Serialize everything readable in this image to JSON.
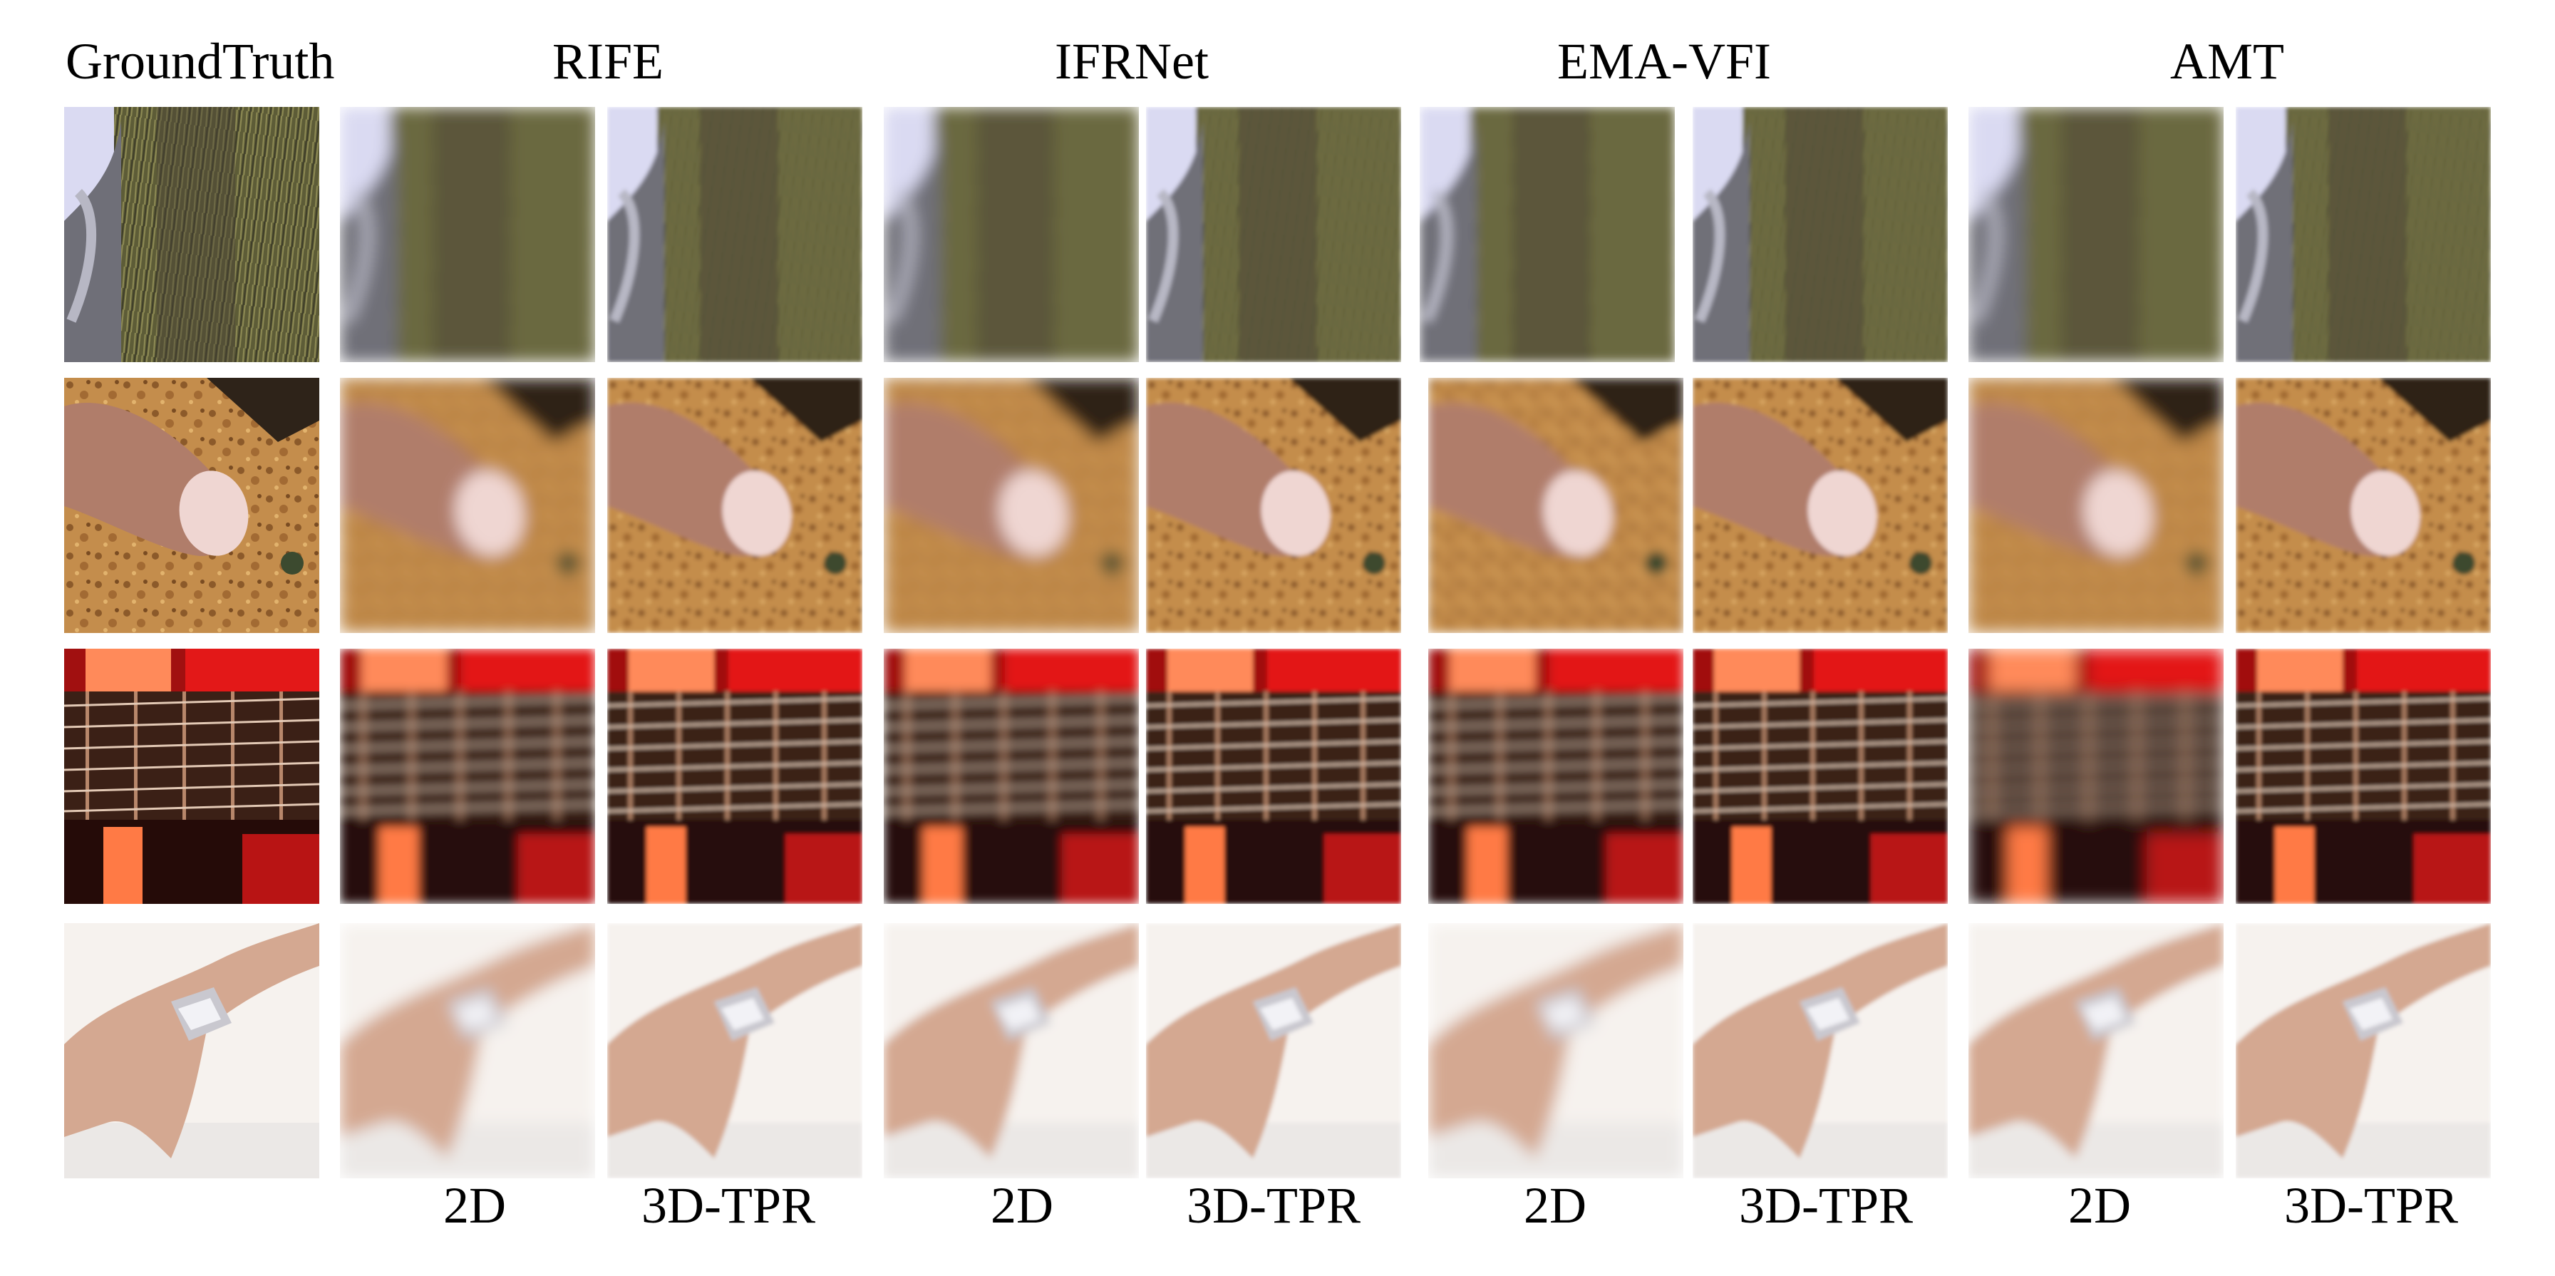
{
  "headers": {
    "ground_truth": "GroundTruth",
    "rife": "RIFE",
    "ifrnet": "IFRNet",
    "ema_vfi": "EMA-VFI",
    "amt": "AMT"
  },
  "footers": {
    "rife_2d": "2D",
    "rife_3d": "3D-TPR",
    "ifrnet_2d": "2D",
    "ifrnet_3d": "3D-TPR",
    "ema_2d": "2D",
    "ema_3d": "3D-TPR",
    "amt_2d": "2D",
    "amt_3d": "3D-TPR"
  },
  "rows": [
    "squirrel-fur",
    "finger-on-cork",
    "guitar-strings",
    "wrist-watch-hand"
  ],
  "columns": [
    "ground-truth",
    "rife-2d",
    "rife-3d-tpr",
    "ifrnet-2d",
    "ifrnet-3d-tpr",
    "ema-vfi-2d",
    "ema-vfi-3d-tpr",
    "amt-2d",
    "amt-3d-tpr"
  ],
  "colors": {
    "squirrel_fur": "#6b6a3c",
    "squirrel_bg": "#dcdcf4",
    "cork": "#c08a4a",
    "skin": "#b57e6a",
    "guitar_red": "#d21a1a",
    "guitar_dark": "#2a0c08",
    "wrist_bg": "#f4efe9",
    "wrist_skin": "#d5ab93"
  }
}
